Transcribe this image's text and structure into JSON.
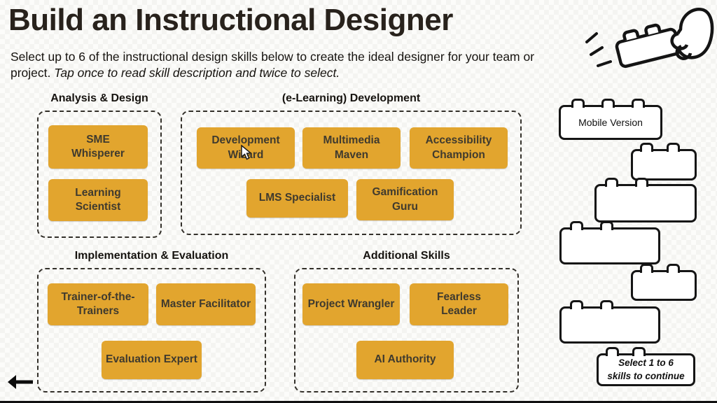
{
  "page": {
    "title": "Build an Instructional Designer",
    "subtitle": "Select up to 6 of the instructional design skills below to create the ideal designer for your team or project.",
    "subtitle_italic": "Tap once to read skill description and twice to select."
  },
  "colors": {
    "skill_button": "#E2A52E",
    "outline": "#151515",
    "text_dark": "#16130F",
    "background": "#FCFCFA"
  },
  "icons": {
    "back_arrow": "left-arrow",
    "hand": "hand-placing-brick",
    "cursor": "mouse-pointer"
  },
  "groups": [
    {
      "title": "Analysis & Design",
      "skills": [
        "SME Whisperer",
        "Learning Scientist"
      ]
    },
    {
      "title": "(e-Learning) Development",
      "skills": [
        "Development Wizard",
        "Multimedia Maven",
        "Accessibility Champion",
        "LMS Specialist",
        "Gamification Guru"
      ]
    },
    {
      "title": "Implementation & Evaluation",
      "skills": [
        "Trainer-of-the-Trainers",
        "Master Facilitator",
        "Evaluation Expert"
      ]
    },
    {
      "title": "Additional Skills",
      "skills": [
        "Project Wrangler",
        "Fearless Leader",
        "AI Authority"
      ]
    }
  ],
  "sidebar": {
    "mobile_version_label": "Mobile Version",
    "continue_note": "Select 1 to 6 skills to continue"
  }
}
